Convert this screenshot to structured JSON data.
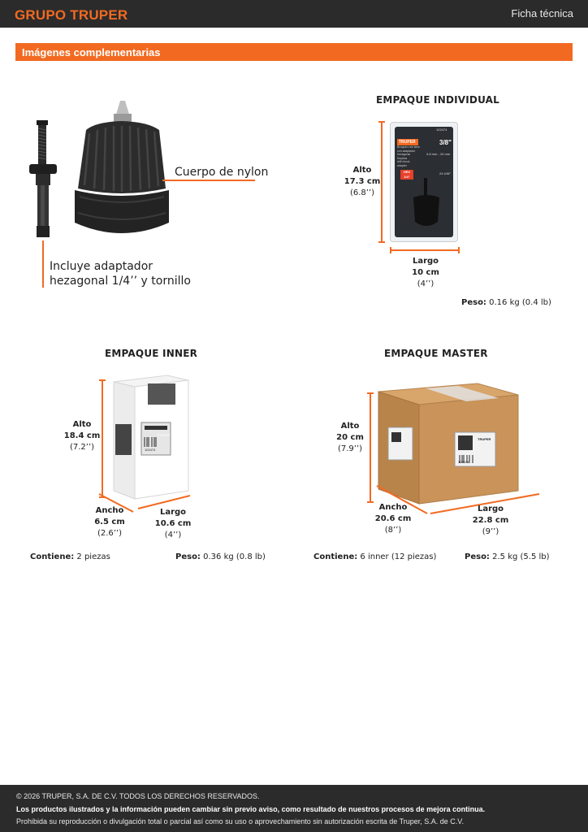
{
  "header": {
    "brand": "GRUPO TRUPER",
    "doc_type": "Ficha técnica"
  },
  "section": {
    "title": "Imágenes complementarias"
  },
  "product": {
    "callout_body": "Cuerpo de nylon",
    "callout_adapter_1": "Incluye adaptador",
    "callout_adapter_2": "hezagonal 1/4’’ y tornillo"
  },
  "empaque_individual": {
    "heading": "EMPAQUE INDIVIDUAL",
    "alto_label": "Alto",
    "alto_cm": "17.3 cm",
    "alto_in": "(6.8’’)",
    "largo_label": "Largo",
    "largo_cm": "10 cm",
    "largo_in": "(4’’)",
    "peso_label": "Peso:",
    "peso_value": "0.16 kg (0.4 lb)",
    "package": {
      "brand": "TRUPER",
      "code": "102474",
      "name_lines": [
        "Broquero sin llave",
        "con adaptador",
        "hexagonal",
        "Keyless",
        "drill chuck",
        "adapter"
      ],
      "size": "3/8\"",
      "capacity": "0.8 mm - 10 mm",
      "hex": "HEX",
      "hex_size": "1/4\"",
      "thread": "24 UNF"
    }
  },
  "empaque_inner": {
    "heading": "EMPAQUE INNER",
    "alto_label": "Alto",
    "alto_cm": "18.4 cm",
    "alto_in": "(7.2’’)",
    "ancho_label": "Ancho",
    "ancho_cm": "6.5 cm",
    "ancho_in": "(2.6’’)",
    "largo_label": "Largo",
    "largo_cm": "10.6 cm",
    "largo_in": "(4’’)",
    "contiene_label": "Contiene:",
    "contiene_value": "2 piezas",
    "peso_label": "Peso:",
    "peso_value": "0.36 kg (0.8 lb)",
    "box_brand": "TRUPER",
    "box_code": "102474"
  },
  "empaque_master": {
    "heading": "EMPAQUE MASTER",
    "alto_label": "Alto",
    "alto_cm": "20 cm",
    "alto_in": "(7.9’’)",
    "ancho_label": "Ancho",
    "ancho_cm": "20.6 cm",
    "ancho_in": "(8’’)",
    "largo_label": "Largo",
    "largo_cm": "22.8 cm",
    "largo_in": "(9’’)",
    "contiene_label": "Contiene:",
    "contiene_value": "6 inner (12 piezas)",
    "peso_label": "Peso:",
    "peso_value": "2.5 kg (5.5 lb)",
    "box_brand": "TRUPER",
    "box_code": "102474"
  },
  "footer": {
    "copyright": "© 2026 TRUPER, S.A. DE C.V. TODOS LOS DERECHOS RESERVADOS.",
    "notice": "Los productos ilustrados y la información pueden cambiar sin previo aviso, como resultado de nuestros procesos de mejora continua.",
    "rights": "Prohibida su reproducción o divulgación total o parcial así como su uso o aprovechamiento sin autorización escrita de Truper, S.A. de C.V."
  },
  "colors": {
    "accent": "#f26a21",
    "dark": "#2b2b2b",
    "cardboard": "#c9935a"
  }
}
